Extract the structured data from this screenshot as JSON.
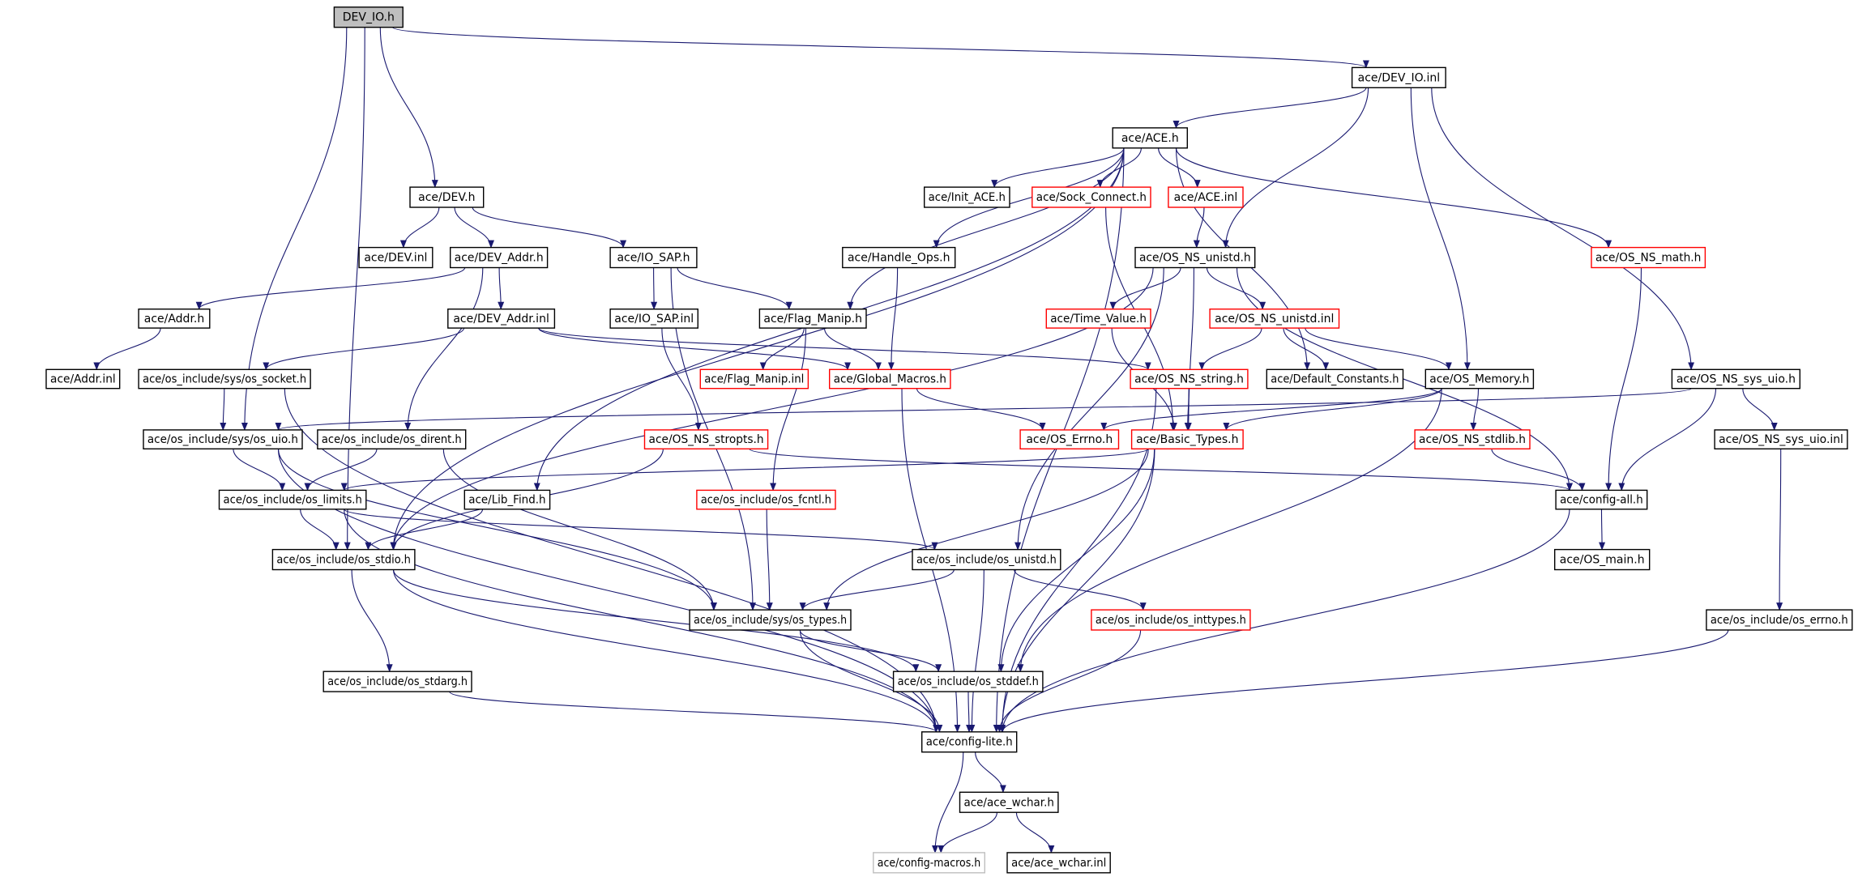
{
  "diagram": {
    "type": "include-dependency-graph",
    "colors": {
      "edge": "#191970",
      "root_fill": "#bfbfbf",
      "node_fill": "#ffffff",
      "border_default": "#000000",
      "border_truncated": "#ff0000",
      "border_external": "#bfbfbf"
    },
    "nodes": [
      {
        "id": "dev_io_h",
        "label": "DEV_IO.h",
        "kind": "root"
      },
      {
        "id": "dev_io_inl",
        "label": "ace/DEV_IO.inl",
        "kind": "default"
      },
      {
        "id": "ace_h",
        "label": "ace/ACE.h",
        "kind": "default"
      },
      {
        "id": "dev_h",
        "label": "ace/DEV.h",
        "kind": "default"
      },
      {
        "id": "init_ace_h",
        "label": "ace/Init_ACE.h",
        "kind": "default"
      },
      {
        "id": "sock_connect_h",
        "label": "ace/Sock_Connect.h",
        "kind": "truncated"
      },
      {
        "id": "ace_inl",
        "label": "ace/ACE.inl",
        "kind": "truncated"
      },
      {
        "id": "dev_inl",
        "label": "ace/DEV.inl",
        "kind": "default"
      },
      {
        "id": "dev_addr_h",
        "label": "ace/DEV_Addr.h",
        "kind": "default"
      },
      {
        "id": "io_sap_h",
        "label": "ace/IO_SAP.h",
        "kind": "default"
      },
      {
        "id": "handle_ops_h",
        "label": "ace/Handle_Ops.h",
        "kind": "default"
      },
      {
        "id": "os_ns_unistd_h",
        "label": "ace/OS_NS_unistd.h",
        "kind": "default"
      },
      {
        "id": "os_ns_math_h",
        "label": "ace/OS_NS_math.h",
        "kind": "truncated"
      },
      {
        "id": "addr_h",
        "label": "ace/Addr.h",
        "kind": "default"
      },
      {
        "id": "dev_addr_inl",
        "label": "ace/DEV_Addr.inl",
        "kind": "default"
      },
      {
        "id": "io_sap_inl",
        "label": "ace/IO_SAP.inl",
        "kind": "default"
      },
      {
        "id": "flag_manip_h",
        "label": "ace/Flag_Manip.h",
        "kind": "default"
      },
      {
        "id": "time_value_h",
        "label": "ace/Time_Value.h",
        "kind": "truncated"
      },
      {
        "id": "os_ns_unistd_inl",
        "label": "ace/OS_NS_unistd.inl",
        "kind": "truncated"
      },
      {
        "id": "addr_inl",
        "label": "ace/Addr.inl",
        "kind": "default"
      },
      {
        "id": "os_socket_h",
        "label": "ace/os_include/sys/os_socket.h",
        "kind": "default"
      },
      {
        "id": "flag_manip_inl",
        "label": "ace/Flag_Manip.inl",
        "kind": "truncated"
      },
      {
        "id": "global_macros_h",
        "label": "ace/Global_Macros.h",
        "kind": "truncated"
      },
      {
        "id": "os_ns_string_h",
        "label": "ace/OS_NS_string.h",
        "kind": "truncated"
      },
      {
        "id": "default_constants_h",
        "label": "ace/Default_Constants.h",
        "kind": "default"
      },
      {
        "id": "os_memory_h",
        "label": "ace/OS_Memory.h",
        "kind": "default"
      },
      {
        "id": "os_ns_sys_uio_h",
        "label": "ace/OS_NS_sys_uio.h",
        "kind": "default"
      },
      {
        "id": "os_uio_h",
        "label": "ace/os_include/sys/os_uio.h",
        "kind": "default"
      },
      {
        "id": "os_dirent_h",
        "label": "ace/os_include/os_dirent.h",
        "kind": "default"
      },
      {
        "id": "os_ns_stropts_h",
        "label": "ace/OS_NS_stropts.h",
        "kind": "truncated"
      },
      {
        "id": "os_errno_ace_h",
        "label": "ace/OS_Errno.h",
        "kind": "truncated"
      },
      {
        "id": "basic_types_h",
        "label": "ace/Basic_Types.h",
        "kind": "truncated"
      },
      {
        "id": "os_ns_stdlib_h",
        "label": "ace/OS_NS_stdlib.h",
        "kind": "truncated"
      },
      {
        "id": "os_ns_sys_uio_inl",
        "label": "ace/OS_NS_sys_uio.inl",
        "kind": "default"
      },
      {
        "id": "os_limits_h",
        "label": "ace/os_include/os_limits.h",
        "kind": "default"
      },
      {
        "id": "lib_find_h",
        "label": "ace/Lib_Find.h",
        "kind": "default"
      },
      {
        "id": "os_fcntl_h",
        "label": "ace/os_include/os_fcntl.h",
        "kind": "truncated"
      },
      {
        "id": "config_all_h",
        "label": "ace/config-all.h",
        "kind": "default"
      },
      {
        "id": "os_stdio_h",
        "label": "ace/os_include/os_stdio.h",
        "kind": "default"
      },
      {
        "id": "os_unistd_h",
        "label": "ace/os_include/os_unistd.h",
        "kind": "default"
      },
      {
        "id": "os_main_h",
        "label": "ace/OS_main.h",
        "kind": "default"
      },
      {
        "id": "os_types_h",
        "label": "ace/os_include/sys/os_types.h",
        "kind": "default"
      },
      {
        "id": "os_inttypes_h",
        "label": "ace/os_include/os_inttypes.h",
        "kind": "truncated"
      },
      {
        "id": "os_errno_h",
        "label": "ace/os_include/os_errno.h",
        "kind": "default"
      },
      {
        "id": "os_stdarg_h",
        "label": "ace/os_include/os_stdarg.h",
        "kind": "default"
      },
      {
        "id": "os_stddef_h",
        "label": "ace/os_include/os_stddef.h",
        "kind": "default"
      },
      {
        "id": "config_lite_h",
        "label": "ace/config-lite.h",
        "kind": "default"
      },
      {
        "id": "ace_wchar_h",
        "label": "ace/ace_wchar.h",
        "kind": "default"
      },
      {
        "id": "config_macros_h",
        "label": "ace/config-macros.h",
        "kind": "external"
      },
      {
        "id": "ace_wchar_inl",
        "label": "ace/ace_wchar.inl",
        "kind": "default"
      }
    ],
    "edges": [
      [
        "dev_io_h",
        "dev_io_inl"
      ],
      [
        "dev_io_h",
        "dev_h"
      ],
      [
        "dev_io_h",
        "os_uio_h"
      ],
      [
        "dev_io_h",
        "os_stdio_h"
      ],
      [
        "dev_io_inl",
        "ace_h"
      ],
      [
        "dev_io_inl",
        "os_ns_unistd_h"
      ],
      [
        "dev_io_inl",
        "os_memory_h"
      ],
      [
        "dev_io_inl",
        "os_ns_sys_uio_h"
      ],
      [
        "ace_h",
        "init_ace_h"
      ],
      [
        "ace_h",
        "sock_connect_h"
      ],
      [
        "ace_h",
        "ace_inl"
      ],
      [
        "ace_h",
        "handle_ops_h"
      ],
      [
        "ace_h",
        "flag_manip_h"
      ],
      [
        "ace_h",
        "lib_find_h"
      ],
      [
        "ace_h",
        "default_constants_h"
      ],
      [
        "ace_h",
        "os_ns_math_h"
      ],
      [
        "ace_h",
        "config_lite_h"
      ],
      [
        "ace_h",
        "os_stdio_h"
      ],
      [
        "dev_h",
        "dev_inl"
      ],
      [
        "dev_h",
        "dev_addr_h"
      ],
      [
        "dev_h",
        "io_sap_h"
      ],
      [
        "sock_connect_h",
        "basic_types_h"
      ],
      [
        "ace_inl",
        "os_ns_unistd_h"
      ],
      [
        "dev_addr_h",
        "addr_h"
      ],
      [
        "dev_addr_h",
        "dev_addr_inl"
      ],
      [
        "dev_addr_h",
        "os_dirent_h"
      ],
      [
        "io_sap_h",
        "io_sap_inl"
      ],
      [
        "io_sap_h",
        "flag_manip_h"
      ],
      [
        "io_sap_h",
        "os_types_h"
      ],
      [
        "handle_ops_h",
        "global_macros_h"
      ],
      [
        "os_ns_unistd_h",
        "time_value_h"
      ],
      [
        "os_ns_unistd_h",
        "os_ns_unistd_inl"
      ],
      [
        "os_ns_unistd_h",
        "basic_types_h"
      ],
      [
        "os_ns_unistd_h",
        "os_unistd_h"
      ],
      [
        "os_ns_unistd_h",
        "config_all_h"
      ],
      [
        "os_ns_unistd_h",
        "os_stdio_h"
      ],
      [
        "os_ns_math_h",
        "config_all_h"
      ],
      [
        "addr_h",
        "addr_inl"
      ],
      [
        "dev_addr_inl",
        "os_socket_h"
      ],
      [
        "dev_addr_inl",
        "global_macros_h"
      ],
      [
        "dev_addr_inl",
        "os_ns_string_h"
      ],
      [
        "io_sap_inl",
        "os_ns_stropts_h"
      ],
      [
        "flag_manip_h",
        "flag_manip_inl"
      ],
      [
        "flag_manip_h",
        "global_macros_h"
      ],
      [
        "flag_manip_h",
        "os_fcntl_h"
      ],
      [
        "time_value_h",
        "basic_types_h"
      ],
      [
        "os_ns_unistd_inl",
        "os_ns_string_h"
      ],
      [
        "os_ns_unistd_inl",
        "default_constants_h"
      ],
      [
        "os_ns_unistd_inl",
        "os_memory_h"
      ],
      [
        "os_socket_h",
        "os_uio_h"
      ],
      [
        "os_socket_h",
        "config_lite_h"
      ],
      [
        "global_macros_h",
        "os_errno_ace_h"
      ],
      [
        "global_macros_h",
        "config_lite_h"
      ],
      [
        "os_ns_string_h",
        "basic_types_h"
      ],
      [
        "os_ns_string_h",
        "config_lite_h"
      ],
      [
        "os_memory_h",
        "os_errno_ace_h"
      ],
      [
        "os_memory_h",
        "basic_types_h"
      ],
      [
        "os_memory_h",
        "os_ns_stdlib_h"
      ],
      [
        "os_memory_h",
        "os_stddef_h"
      ],
      [
        "os_ns_sys_uio_h",
        "os_uio_h"
      ],
      [
        "os_ns_sys_uio_h",
        "os_ns_sys_uio_inl"
      ],
      [
        "os_ns_sys_uio_h",
        "config_all_h"
      ],
      [
        "os_uio_h",
        "os_limits_h"
      ],
      [
        "os_uio_h",
        "os_types_h"
      ],
      [
        "os_uio_h",
        "config_lite_h"
      ],
      [
        "os_dirent_h",
        "os_limits_h"
      ],
      [
        "os_dirent_h",
        "os_types_h"
      ],
      [
        "os_ns_stropts_h",
        "os_stdio_h"
      ],
      [
        "os_ns_stropts_h",
        "config_all_h"
      ],
      [
        "basic_types_h",
        "os_limits_h"
      ],
      [
        "basic_types_h",
        "os_types_h"
      ],
      [
        "basic_types_h",
        "os_stddef_h"
      ],
      [
        "basic_types_h",
        "config_lite_h"
      ],
      [
        "os_ns_stdlib_h",
        "config_all_h"
      ],
      [
        "os_ns_sys_uio_inl",
        "os_errno_h"
      ],
      [
        "os_limits_h",
        "os_stdio_h"
      ],
      [
        "os_limits_h",
        "os_unistd_h"
      ],
      [
        "os_limits_h",
        "config_lite_h"
      ],
      [
        "lib_find_h",
        "os_stdio_h"
      ],
      [
        "os_fcntl_h",
        "os_types_h"
      ],
      [
        "config_all_h",
        "os_main_h"
      ],
      [
        "config_all_h",
        "config_lite_h"
      ],
      [
        "os_stdio_h",
        "os_stdarg_h"
      ],
      [
        "os_stdio_h",
        "os_stddef_h"
      ],
      [
        "os_stdio_h",
        "config_lite_h"
      ],
      [
        "os_unistd_h",
        "os_types_h"
      ],
      [
        "os_unistd_h",
        "os_inttypes_h"
      ],
      [
        "os_unistd_h",
        "config_lite_h"
      ],
      [
        "os_types_h",
        "os_stddef_h"
      ],
      [
        "os_types_h",
        "config_lite_h"
      ],
      [
        "os_inttypes_h",
        "config_lite_h"
      ],
      [
        "os_errno_h",
        "config_lite_h"
      ],
      [
        "os_stdarg_h",
        "config_lite_h"
      ],
      [
        "os_stddef_h",
        "config_lite_h"
      ],
      [
        "config_lite_h",
        "ace_wchar_h"
      ],
      [
        "config_lite_h",
        "config_macros_h"
      ],
      [
        "ace_wchar_h",
        "config_macros_h"
      ],
      [
        "ace_wchar_h",
        "ace_wchar_inl"
      ]
    ]
  }
}
